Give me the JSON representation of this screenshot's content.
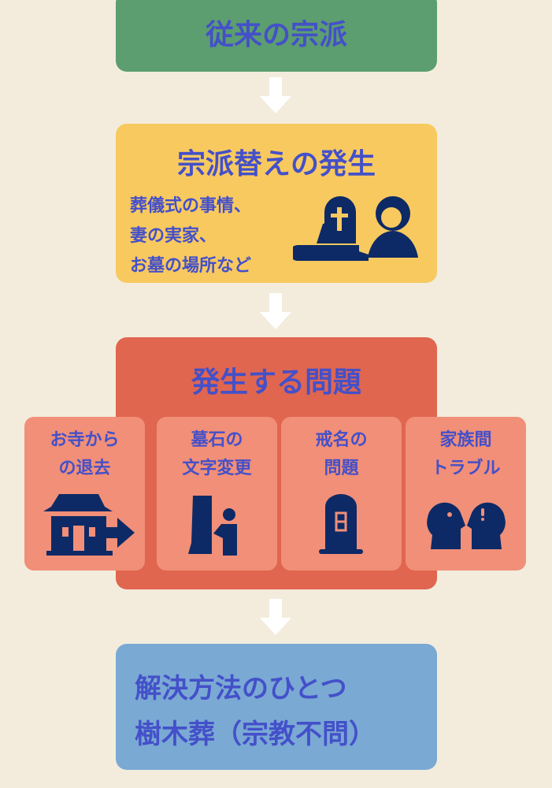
{
  "step1": {
    "title": "従来の宗派"
  },
  "step2": {
    "title": "宗派替えの発生",
    "lines": [
      "葬儀式の事情、",
      "妻の実家、",
      "お墓の場所など"
    ]
  },
  "step3": {
    "title": "発生する問題",
    "cards": [
      {
        "lines": [
          "お寺から",
          "の退去"
        ],
        "icon": "temple-exit-icon"
      },
      {
        "lines": [
          "墓石の",
          "文字変更"
        ],
        "icon": "gravestone-engraving-icon"
      },
      {
        "lines": [
          "戒名の",
          "問題"
        ],
        "icon": "gravestone-icon"
      },
      {
        "lines": [
          "家族間",
          "トラブル"
        ],
        "icon": "family-conflict-icon"
      }
    ]
  },
  "step4": {
    "lines": [
      "解決方法のひとつ",
      "樹木葬（宗教不問）"
    ]
  },
  "colors": {
    "text": "#4450c9",
    "icon": "#0d2a66",
    "green": "#5c9e6f",
    "yellow": "#f8c95f",
    "red": "#e0664f",
    "card": "#f18f78",
    "blue": "#7aa9d4"
  }
}
